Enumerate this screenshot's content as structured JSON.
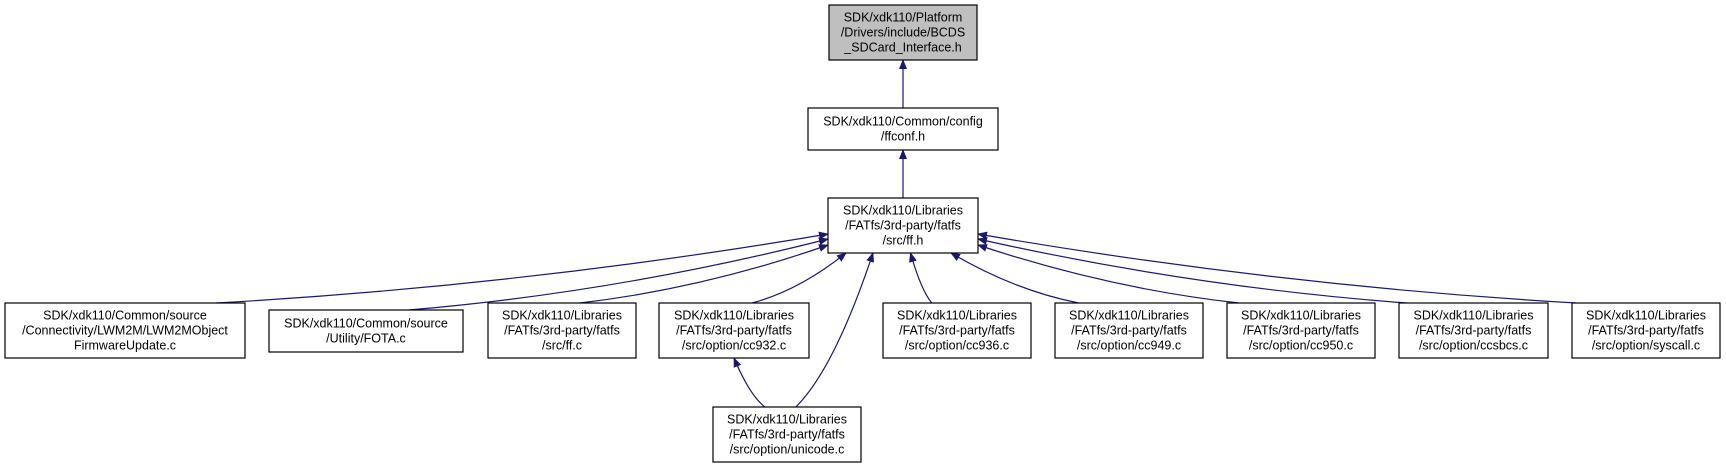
{
  "colors": {
    "edge": "#191970",
    "node_fill": "#ffffff",
    "highlight_fill": "#bfbfbf",
    "border": "#000000"
  },
  "nodes": [
    {
      "id": "n0",
      "lines": [
        "SDK/xdk110/Platform",
        "/Drivers/include/BCDS",
        "_SDCard_Interface.h"
      ],
      "highlight": true
    },
    {
      "id": "n1",
      "lines": [
        "SDK/xdk110/Common/config",
        "/ffconf.h"
      ]
    },
    {
      "id": "n2",
      "lines": [
        "SDK/xdk110/Libraries",
        "/FATfs/3rd-party/fatfs",
        "/src/ff.h"
      ]
    },
    {
      "id": "n3",
      "lines": [
        "SDK/xdk110/Common/source",
        "/Connectivity/LWM2M/LWM2MObject",
        "FirmwareUpdate.c"
      ]
    },
    {
      "id": "n4",
      "lines": [
        "SDK/xdk110/Common/source",
        "/Utility/FOTA.c"
      ]
    },
    {
      "id": "n5",
      "lines": [
        "SDK/xdk110/Libraries",
        "/FATfs/3rd-party/fatfs",
        "/src/ff.c"
      ]
    },
    {
      "id": "n6",
      "lines": [
        "SDK/xdk110/Libraries",
        "/FATfs/3rd-party/fatfs",
        "/src/option/cc932.c"
      ]
    },
    {
      "id": "n7",
      "lines": [
        "SDK/xdk110/Libraries",
        "/FATfs/3rd-party/fatfs",
        "/src/option/cc936.c"
      ]
    },
    {
      "id": "n8",
      "lines": [
        "SDK/xdk110/Libraries",
        "/FATfs/3rd-party/fatfs",
        "/src/option/cc949.c"
      ]
    },
    {
      "id": "n9",
      "lines": [
        "SDK/xdk110/Libraries",
        "/FATfs/3rd-party/fatfs",
        "/src/option/cc950.c"
      ]
    },
    {
      "id": "n10",
      "lines": [
        "SDK/xdk110/Libraries",
        "/FATfs/3rd-party/fatfs",
        "/src/option/ccsbcs.c"
      ]
    },
    {
      "id": "n11",
      "lines": [
        "SDK/xdk110/Libraries",
        "/FATfs/3rd-party/fatfs",
        "/src/option/syscall.c"
      ]
    },
    {
      "id": "n12",
      "lines": [
        "SDK/xdk110/Libraries",
        "/FATfs/3rd-party/fatfs",
        "/src/option/unicode.c"
      ]
    }
  ],
  "edges": [
    {
      "from": "n1",
      "to": "n0"
    },
    {
      "from": "n2",
      "to": "n1"
    },
    {
      "from": "n3",
      "to": "n2"
    },
    {
      "from": "n4",
      "to": "n2"
    },
    {
      "from": "n5",
      "to": "n2"
    },
    {
      "from": "n6",
      "to": "n2"
    },
    {
      "from": "n12",
      "to": "n2"
    },
    {
      "from": "n7",
      "to": "n2"
    },
    {
      "from": "n8",
      "to": "n2"
    },
    {
      "from": "n9",
      "to": "n2"
    },
    {
      "from": "n10",
      "to": "n2"
    },
    {
      "from": "n11",
      "to": "n2"
    },
    {
      "from": "n12",
      "to": "n6"
    }
  ]
}
